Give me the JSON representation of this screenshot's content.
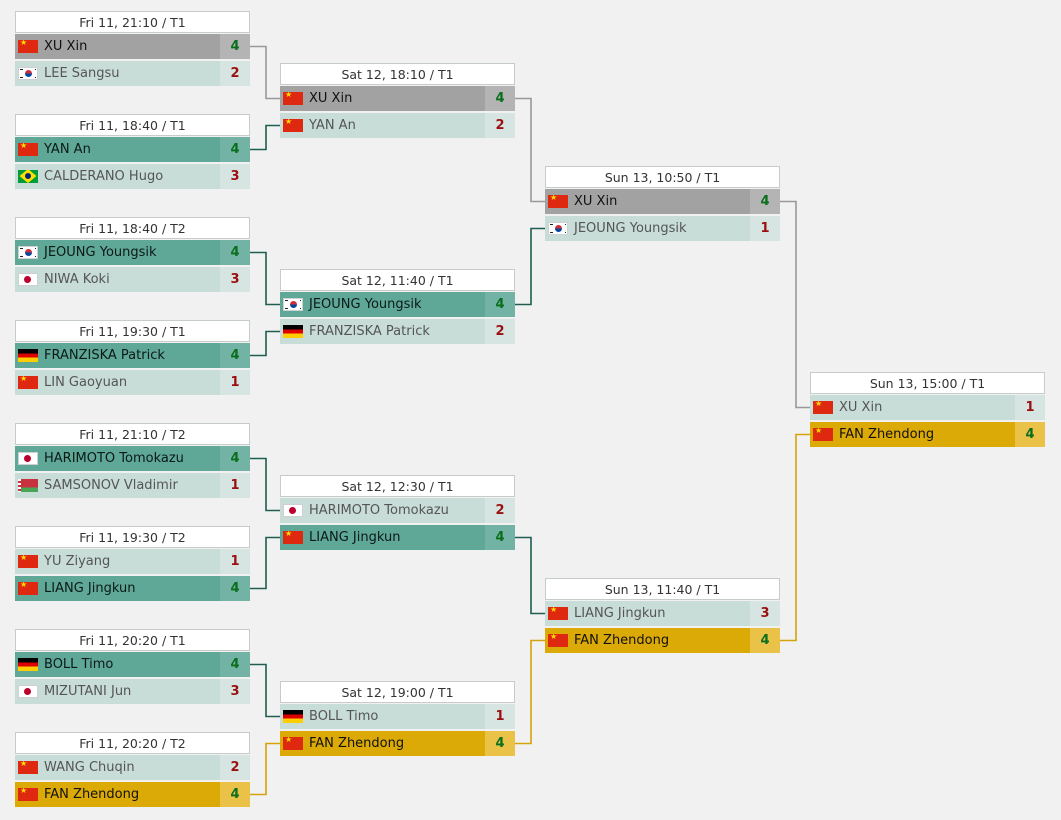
{
  "colors": {
    "win_green": "#5fa797",
    "win_grey": "#a2a2a2",
    "win_gold": "#dcaa07",
    "lose": "#c8ddd8",
    "score_win": "#0a6e1c",
    "score_lose": "#9a1010",
    "line_green": "#1f5e50",
    "line_grey": "#999999",
    "line_gold": "#d4a20a"
  },
  "rounds": [
    {
      "name": "round-of-16",
      "matches": [
        {
          "id": "r1m1",
          "header": "Fri 11, 21:10 / T1",
          "players": [
            {
              "name": "XU Xin",
              "country": "chn",
              "score": "4",
              "style": "win-grey"
            },
            {
              "name": "LEE Sangsu",
              "country": "kor",
              "score": "2",
              "style": "lose"
            }
          ]
        },
        {
          "id": "r1m2",
          "header": "Fri 11, 18:40 / T1",
          "players": [
            {
              "name": "YAN An",
              "country": "chn",
              "score": "4",
              "style": "win-green"
            },
            {
              "name": "CALDERANO Hugo",
              "country": "bra",
              "score": "3",
              "style": "lose"
            }
          ]
        },
        {
          "id": "r1m3",
          "header": "Fri 11, 18:40 / T2",
          "players": [
            {
              "name": "JEOUNG Youngsik",
              "country": "kor",
              "score": "4",
              "style": "win-green"
            },
            {
              "name": "NIWA Koki",
              "country": "jpn",
              "score": "3",
              "style": "lose"
            }
          ]
        },
        {
          "id": "r1m4",
          "header": "Fri 11, 19:30 / T1",
          "players": [
            {
              "name": "FRANZISKA Patrick",
              "country": "ger",
              "score": "4",
              "style": "win-green"
            },
            {
              "name": "LIN Gaoyuan",
              "country": "chn",
              "score": "1",
              "style": "lose"
            }
          ]
        },
        {
          "id": "r1m5",
          "header": "Fri 11, 21:10 / T2",
          "players": [
            {
              "name": "HARIMOTO Tomokazu",
              "country": "jpn",
              "score": "4",
              "style": "win-green"
            },
            {
              "name": "SAMSONOV Vladimir",
              "country": "blr",
              "score": "1",
              "style": "lose"
            }
          ]
        },
        {
          "id": "r1m6",
          "header": "Fri 11, 19:30 / T2",
          "players": [
            {
              "name": "YU Ziyang",
              "country": "chn",
              "score": "1",
              "style": "lose"
            },
            {
              "name": "LIANG Jingkun",
              "country": "chn",
              "score": "4",
              "style": "win-green"
            }
          ]
        },
        {
          "id": "r1m7",
          "header": "Fri 11, 20:20 / T1",
          "players": [
            {
              "name": "BOLL Timo",
              "country": "ger",
              "score": "4",
              "style": "win-green"
            },
            {
              "name": "MIZUTANI Jun",
              "country": "jpn",
              "score": "3",
              "style": "lose"
            }
          ]
        },
        {
          "id": "r1m8",
          "header": "Fri 11, 20:20 / T2",
          "players": [
            {
              "name": "WANG Chuqin",
              "country": "chn",
              "score": "2",
              "style": "lose"
            },
            {
              "name": "FAN Zhendong",
              "country": "chn",
              "score": "4",
              "style": "win-gold"
            }
          ]
        }
      ]
    },
    {
      "name": "quarterfinals",
      "matches": [
        {
          "id": "r2m1",
          "header": "Sat 12, 18:10 / T1",
          "players": [
            {
              "name": "XU Xin",
              "country": "chn",
              "score": "4",
              "style": "win-grey"
            },
            {
              "name": "YAN An",
              "country": "chn",
              "score": "2",
              "style": "lose"
            }
          ]
        },
        {
          "id": "r2m2",
          "header": "Sat 12, 11:40 / T1",
          "players": [
            {
              "name": "JEOUNG Youngsik",
              "country": "kor",
              "score": "4",
              "style": "win-green"
            },
            {
              "name": "FRANZISKA Patrick",
              "country": "ger",
              "score": "2",
              "style": "lose"
            }
          ]
        },
        {
          "id": "r2m3",
          "header": "Sat 12, 12:30 / T1",
          "players": [
            {
              "name": "HARIMOTO Tomokazu",
              "country": "jpn",
              "score": "2",
              "style": "lose"
            },
            {
              "name": "LIANG Jingkun",
              "country": "chn",
              "score": "4",
              "style": "win-green"
            }
          ]
        },
        {
          "id": "r2m4",
          "header": "Sat 12, 19:00 / T1",
          "players": [
            {
              "name": "BOLL Timo",
              "country": "ger",
              "score": "1",
              "style": "lose"
            },
            {
              "name": "FAN Zhendong",
              "country": "chn",
              "score": "4",
              "style": "win-gold"
            }
          ]
        }
      ]
    },
    {
      "name": "semifinals",
      "matches": [
        {
          "id": "r3m1",
          "header": "Sun 13, 10:50 / T1",
          "players": [
            {
              "name": "XU Xin",
              "country": "chn",
              "score": "4",
              "style": "win-grey"
            },
            {
              "name": "JEOUNG Youngsik",
              "country": "kor",
              "score": "1",
              "style": "lose"
            }
          ]
        },
        {
          "id": "r3m2",
          "header": "Sun 13, 11:40 / T1",
          "players": [
            {
              "name": "LIANG Jingkun",
              "country": "chn",
              "score": "3",
              "style": "lose"
            },
            {
              "name": "FAN Zhendong",
              "country": "chn",
              "score": "4",
              "style": "win-gold"
            }
          ]
        }
      ]
    },
    {
      "name": "final",
      "matches": [
        {
          "id": "r4m1",
          "header": "Sun 13, 15:00 / T1",
          "players": [
            {
              "name": "XU Xin",
              "country": "chn",
              "score": "1",
              "style": "lose-grey"
            },
            {
              "name": "FAN Zhendong",
              "country": "chn",
              "score": "4",
              "style": "win-gold"
            }
          ]
        }
      ]
    }
  ]
}
